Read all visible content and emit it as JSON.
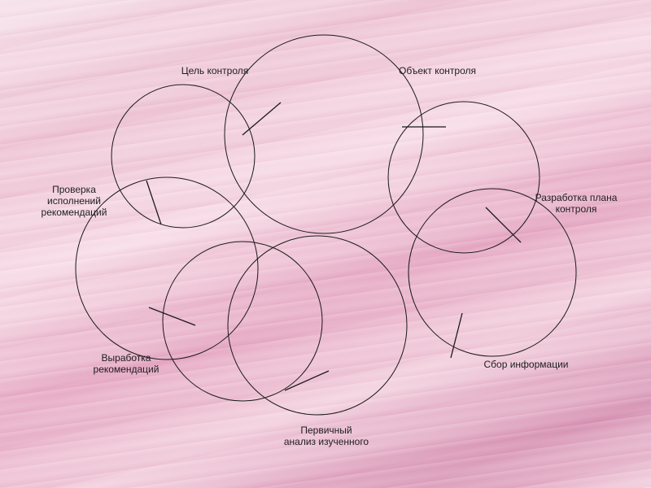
{
  "diagram": {
    "labels": {
      "goal": "Цель контроля",
      "object": "Объект контроля",
      "plan": "Разработка плана\nконтроля",
      "collect": "Сбор информации",
      "analysis": "Первичный\nанализ изученного",
      "recommend": "Выработка\nрекомендаций",
      "check": "Проверка\nисполнений\nрекомендаций"
    }
  }
}
